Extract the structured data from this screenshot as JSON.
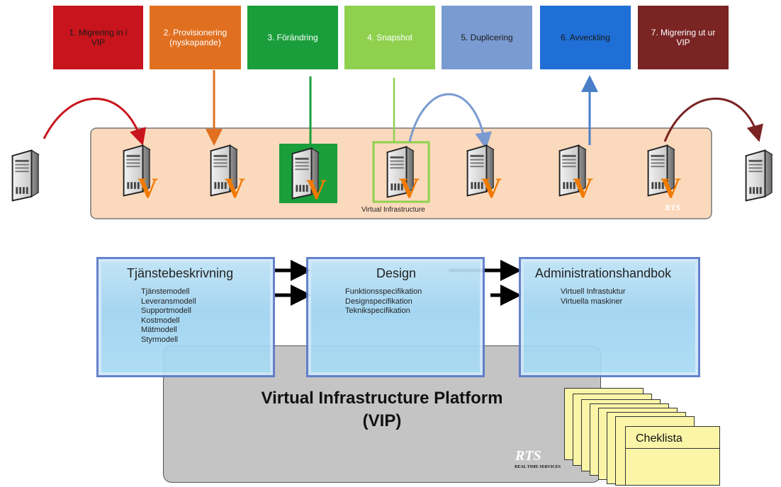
{
  "phases": [
    {
      "label": "1. Migrering in i\nVIP",
      "color": "#c8141c"
    },
    {
      "label": "2. Provisionering\n(nyskapande)",
      "color": "#e07020"
    },
    {
      "label": "3. Förändring",
      "color": "#1a9e3c"
    },
    {
      "label": "4. Snapshot",
      "color": "#8fd14f"
    },
    {
      "label": "5. Duplicering",
      "color": "#7a9bd1"
    },
    {
      "label": "6. Avveckling",
      "color": "#1f6fd6"
    },
    {
      "label": "7. Migrering ut ur\nVIP",
      "color": "#7a2424"
    }
  ],
  "vi_label": "Virtual Infrastructure",
  "server_mark": "V",
  "rts_small": "RTS",
  "docs": {
    "tjanst": {
      "title": "Tjänstebeskrivning",
      "items": [
        "Tjänstemodell",
        "Leveransmodell",
        "Supportmodell",
        "Kostmodell",
        "Mätmodell",
        "Styrmodell"
      ]
    },
    "design": {
      "title": "Design",
      "items": [
        "Funktionsspecifikation",
        "Designspecifikation",
        "Teknikspecifikation"
      ]
    },
    "admin": {
      "title": "Administrationshandbok",
      "items": [
        "Virtuell Infrastuktur",
        "Virtuella maskiner"
      ]
    }
  },
  "vip_title": "Virtual Infrastructure Platform\n(VIP)",
  "checklist_label": "Cheklista",
  "rts_logo": "RTS",
  "rts_subtitle": "REAL TIME SERVICES",
  "colors": {
    "vi_fill": "#fbd9bc",
    "vip_fill": "#c4c4c4",
    "check_fill": "#fbf5a8"
  }
}
